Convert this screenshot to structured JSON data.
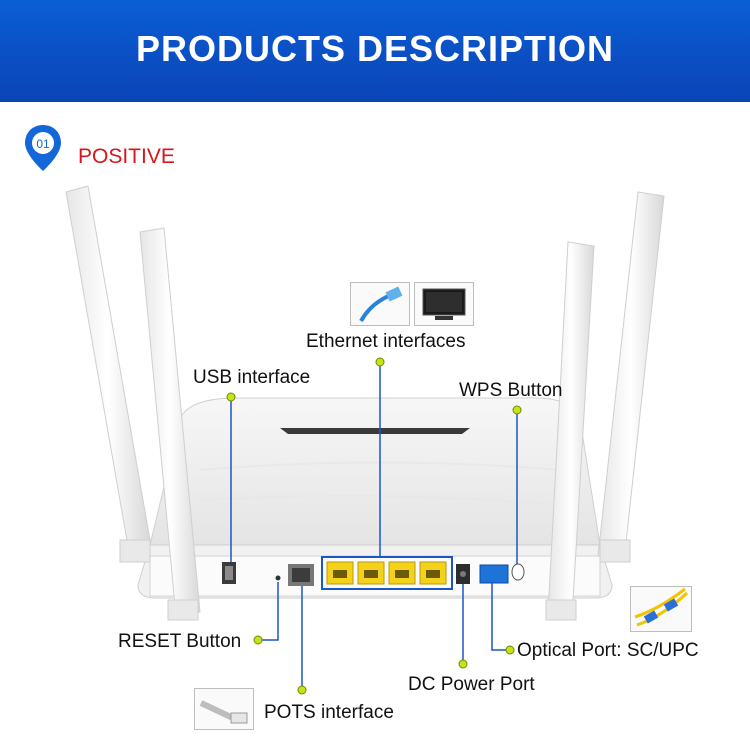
{
  "banner": {
    "title": "PRODUCTS DESCRIPTION"
  },
  "section": {
    "number": "01",
    "label": "POSITIVE"
  },
  "callouts": {
    "ethernet": "Ethernet interfaces",
    "usb": "USB interface",
    "wps": "WPS Button",
    "reset": "RESET Button",
    "optical": "Optical Port: SC/UPC",
    "dc_power": "DC Power Port",
    "pots": "POTS interface"
  },
  "colors": {
    "banner": "#0b4fc4",
    "section_label": "#d9141b",
    "leader_line": "#1a56c8",
    "leader_dot": "#c6e21a",
    "ethernet_port": "#f5d21a",
    "optical_port": "#1e73d8"
  }
}
